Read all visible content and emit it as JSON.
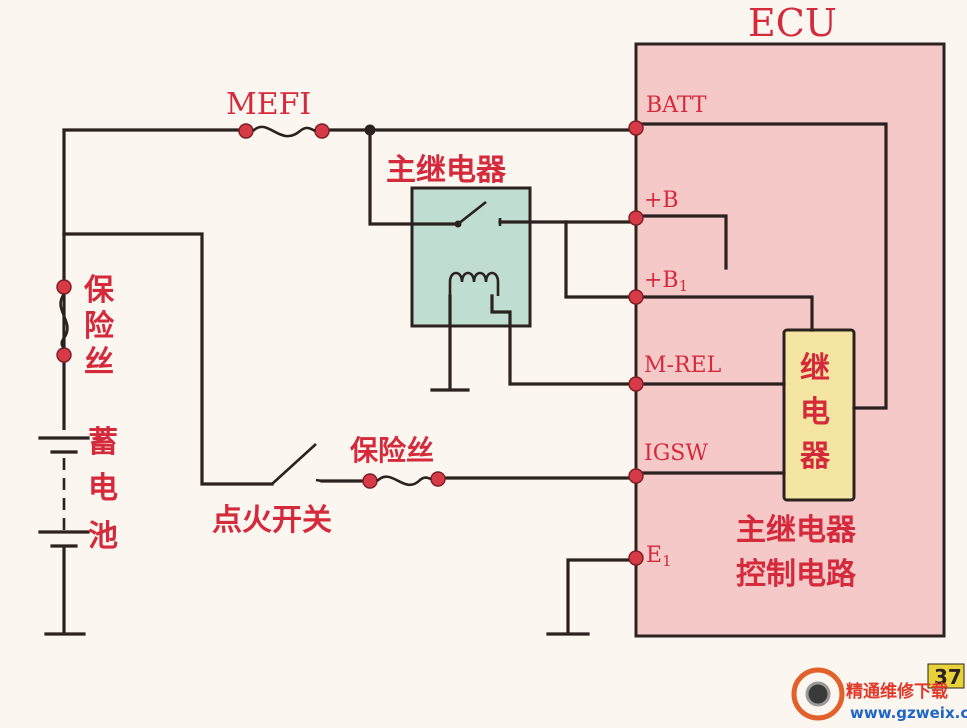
{
  "labels": {
    "ecu": "ECU",
    "mefi": "MEFI",
    "main_relay": "主继电器",
    "fuse_left": [
      "保",
      "险",
      "丝"
    ],
    "battery": [
      "蓄",
      "电",
      "池"
    ],
    "fuse_bottom": "保险丝",
    "ignition_switch": "点火开关",
    "inner_relay": [
      "继",
      "电",
      "器"
    ],
    "control_circuit": [
      "主继电器",
      "控制电路"
    ]
  },
  "pins": {
    "batt": "BATT",
    "b": "+B",
    "b1": "+B",
    "b1_sub": "1",
    "mrel": "M-REL",
    "igsw": "IGSW",
    "e1": "E",
    "e1_sub": "1"
  },
  "watermark": {
    "page_number": "37",
    "site_name": "精通维修下载",
    "site_url": "www.gzweix.com"
  },
  "colors": {
    "ecu_fill": "#f6c9c9",
    "relay_fill": "#bfddd0",
    "inner_relay_fill": "#f4e6a2",
    "label_red": "#d42a3c",
    "wire": "#2b2220"
  }
}
